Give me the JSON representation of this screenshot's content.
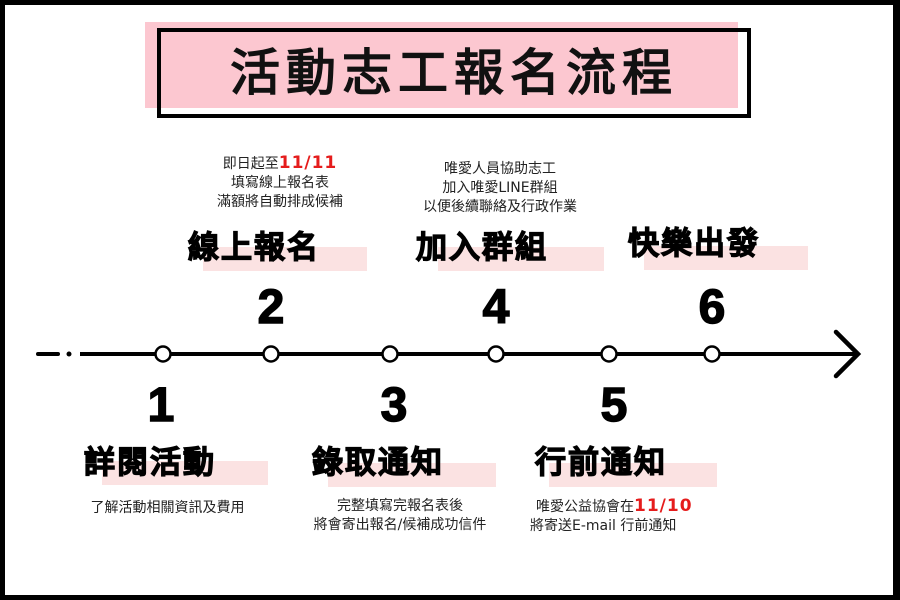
{
  "title": "活動志工報名流程",
  "colors": {
    "title_bg": "#fcc7d0",
    "highlight": "#fbe2e2",
    "accent_red": "#e51c1c",
    "line": "#000000"
  },
  "timeline": {
    "arrow_direction": "right",
    "node_positions_x": [
      163,
      271,
      390,
      496,
      609,
      712
    ]
  },
  "steps": [
    {
      "number": "1",
      "heading": "詳閱活動",
      "position": "below",
      "desc_lines": [
        {
          "text": "了解活動相關資訊及費用"
        }
      ]
    },
    {
      "number": "2",
      "heading": "線上報名",
      "position": "above",
      "desc_lines": [
        {
          "text": "即日起至",
          "highlight": "11/11"
        },
        {
          "text": "填寫線上報名表"
        },
        {
          "text": "滿額將自動排成候補"
        }
      ]
    },
    {
      "number": "3",
      "heading": "錄取通知",
      "position": "below",
      "desc_lines": [
        {
          "text": "完整填寫完報名表後"
        },
        {
          "text": "將會寄出報名/候補成功信件"
        }
      ]
    },
    {
      "number": "4",
      "heading": "加入群組",
      "position": "above",
      "desc_lines": [
        {
          "text": "唯愛人員協助志工"
        },
        {
          "text": "加入唯愛LINE群組"
        },
        {
          "text": "以便後續聯絡及行政作業"
        }
      ]
    },
    {
      "number": "5",
      "heading": "行前通知",
      "position": "below",
      "desc_lines": [
        {
          "text": "唯愛公益協會在",
          "highlight": "11/10"
        },
        {
          "text": "將寄送E-mail 行前通知"
        }
      ]
    },
    {
      "number": "6",
      "heading": "快樂出發",
      "position": "above",
      "desc_lines": []
    }
  ]
}
